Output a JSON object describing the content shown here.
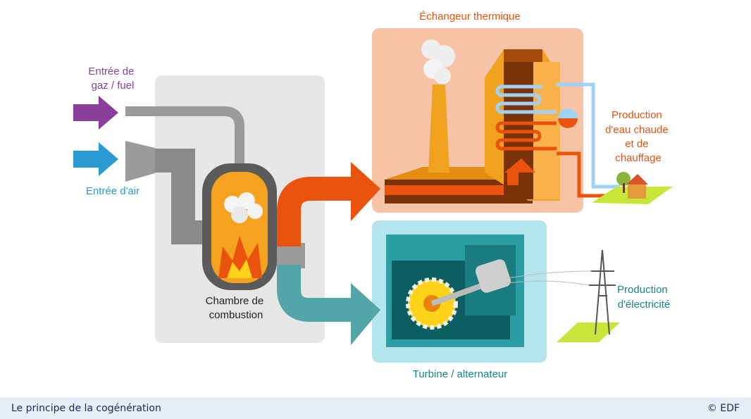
{
  "labels": {
    "gas_input": [
      "Entrée de",
      "gaz / fuel"
    ],
    "air_input": "Entrée d'air",
    "combustion": [
      "Chambre de",
      "combustion"
    ],
    "exchanger": "Échangeur thermique",
    "hot_water": [
      "Production",
      "d'eau chaude",
      "et de",
      "chauffage"
    ],
    "turbine": "Turbine / alternateur",
    "electricity": [
      "Production",
      "d'électricité"
    ]
  },
  "footer": {
    "caption": "Le principe de la cogénération",
    "credit": "© EDF"
  },
  "colors": {
    "gas": "#8a3f9a",
    "air": "#2a9bd0",
    "heat": "#e9530d",
    "teal": "#16848f",
    "exchanger_bg": "#f7c3a6",
    "turbine_bg": "#b4e4ec",
    "chamber_bg": "#e6e6e6"
  }
}
